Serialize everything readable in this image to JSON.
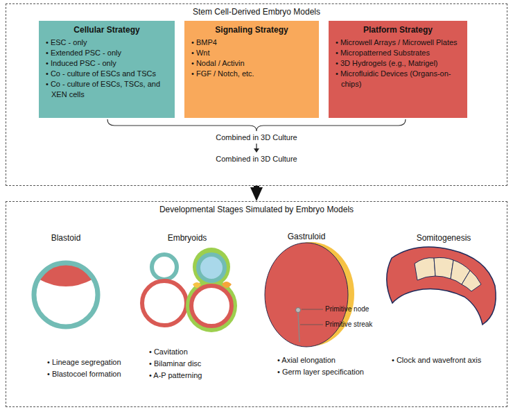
{
  "diagram": {
    "nodes": [
      {
        "text": [
          "Stem Cell-Derived Embryo Models"
        ]
      },
      {
        "text": [
          "Cellular Strategy",
          "• ESC - only",
          "• Extended PSC - only",
          "• Induced PSC - only",
          "• Co - culture of ESCs and TSCs",
          "• Co - culture of ESCs, TSCs, and XEN cells"
        ],
        "in": 0
      },
      {
        "text": [
          "Signaling Strategy",
          "• BMP4",
          "• Wnt",
          "• Nodal / Activin",
          "• FGF / Notch, etc."
        ],
        "in": 0
      },
      {
        "text": [
          "Platform Strategy",
          "• Microwell Arrays / Microwell Plates",
          "• Micropatterned Substrates",
          "• 3D Hydrogels (e.g., Matrigel)",
          "• Microfluidic Devices (Organs-on-chips)"
        ],
        "in": 0
      },
      {
        "text": [
          "Developmental Stages Simulated by Embryo Models"
        ]
      }
    ],
    "edges": [
      {
        "from": 0,
        "to": 4,
        "arrow": "to"
      }
    ],
    "labels": [
      "Combined in 3D Culture",
      "Combined in 3D Culture",
      "Blastoid",
      "• Lineage segregation",
      "• Blastocoel formation",
      "Embryoids",
      "• Cavitation",
      "• Bilaminar disc",
      "• A-P patterning",
      "Gastruloid",
      "Primitive node",
      "Primitive streak",
      "• Axial elongation",
      "• Germ layer specification",
      "Somitogenesis",
      "• Clock and wavefront axis"
    ]
  }
}
